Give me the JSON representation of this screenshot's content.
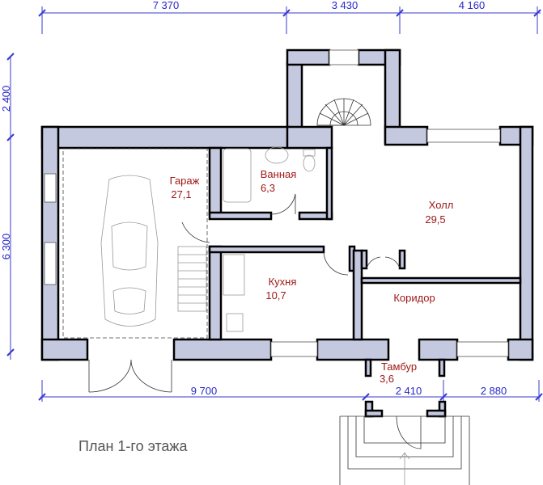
{
  "plan_title": "План 1-го этажа",
  "dimensions": {
    "top": [
      "7 370",
      "3 430",
      "4 160"
    ],
    "bottom": [
      "9 700",
      "2 410",
      "2 880"
    ],
    "left": [
      "2 400",
      "6 300"
    ]
  },
  "rooms": [
    {
      "name": "Гараж",
      "area": "27,1"
    },
    {
      "name": "Ванная",
      "area": "6,3"
    },
    {
      "name": "Холл",
      "area": "29,5"
    },
    {
      "name": "Кухня",
      "area": "10,7"
    },
    {
      "name": "Коридор",
      "area": ""
    },
    {
      "name": "Тамбур",
      "area": "3,6"
    }
  ],
  "colors": {
    "wall": "#c5c9e0",
    "dimension": "#2828c8",
    "room_label": "#a01818"
  }
}
